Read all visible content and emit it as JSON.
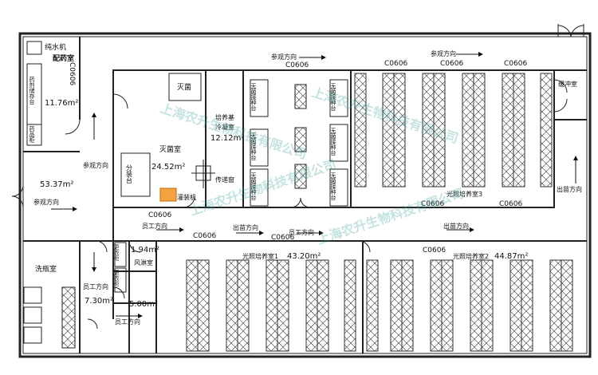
{
  "plan": {
    "watermark": "上海农升生物科技有限公司",
    "accent_color": "#2a9d8f",
    "door_codes": {
      "c0606": "C0606",
      "c0606_vertical": "C0606"
    },
    "rooms": {
      "pure_water": "纯水机",
      "dispensing": "配药室",
      "storage": "药剂储存台",
      "storage_area": "11.76m²",
      "storage_side": "药品柜",
      "lobby_area": "53.37m²",
      "sterilize": "灭菌",
      "sterile_room": "灭菌室",
      "sterile_area": "24.52m²",
      "sub_tank": "分装台",
      "filling": "灌装机",
      "cooling_room_1": "培养基",
      "cooling_room_2": "冷凝室",
      "cooling_area": "12.12m²",
      "pass_window": "传递窗",
      "buffer_room": "缓冲室",
      "light_room_3": "光照培养室3",
      "light_room_1": "光照培养室1",
      "light_room_1_area": "43.20m²",
      "light_room_2": "光照培养室2",
      "light_room_2_area": "44.87m²",
      "bottle_wash": "洗瓶室",
      "staff_area_1": "1.94m²",
      "air_shower": "风淋室",
      "staff_room_area": "7.30m²",
      "staff_room_2_area": "5.00m²",
      "locker_1": "更衣柜",
      "locker_2": "更衣柜",
      "bench": "无菌接种台"
    },
    "arrows": {
      "visit_direction": "参观方向",
      "staff_direction": "员工方向",
      "exit_direction": "出苗方向"
    }
  }
}
